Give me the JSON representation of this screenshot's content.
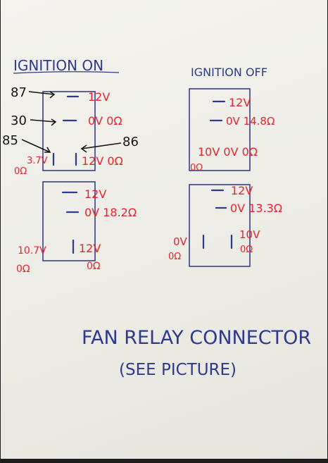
{
  "headings": {
    "ignition_on": "IGNITION ON",
    "ignition_off": "IGNITION OFF"
  },
  "pins": {
    "p87": "87",
    "p30": "30",
    "p85": "85",
    "p86": "86"
  },
  "on_top": {
    "r87": "12V",
    "r30": "0V 0Ω",
    "r85": "3.7V",
    "r85_ohm": "0Ω",
    "r86": "12V 0Ω"
  },
  "on_bottom": {
    "r87": "12V",
    "r30": "0V 18.2Ω",
    "r85": "10.7V",
    "r85_ohm": "0Ω",
    "r86": "12V",
    "r86_ohm": "0Ω"
  },
  "off_top": {
    "r87": "12V",
    "r30": "0V 14.8Ω",
    "r85": "10V 0V 0Ω",
    "r85_ohm": "0Ω"
  },
  "off_bottom": {
    "r87": "12V",
    "r30": "0V 13.3Ω",
    "r85": "0V",
    "r85_ohm": "0Ω",
    "r86": "10V",
    "r86_ohm": "0Ω"
  },
  "footer": {
    "line1": "FAN RELAY CONNECTOR",
    "line2": "(SEE PICTURE)"
  }
}
